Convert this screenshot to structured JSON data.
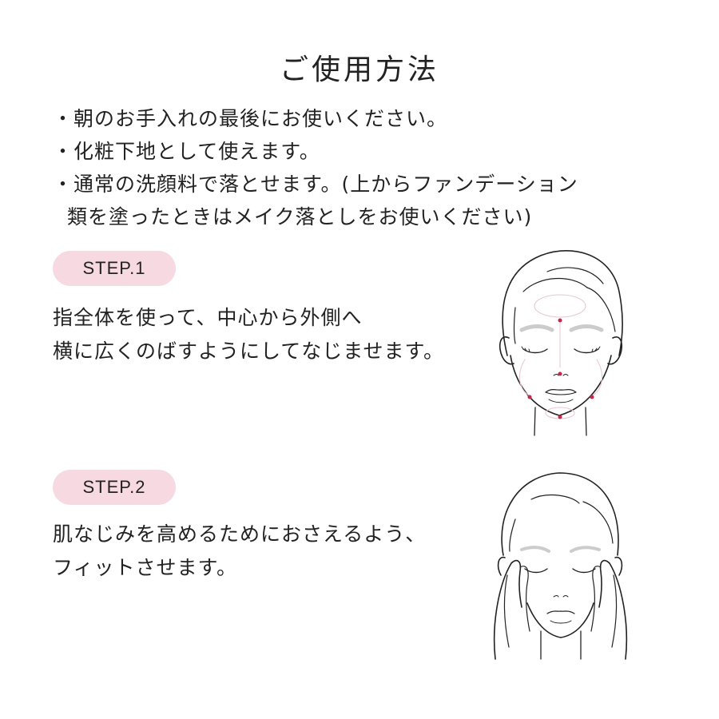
{
  "title": "ご使用方法",
  "notes": [
    "・朝のお手入れの最後にお使いください。",
    "・化粧下地として使えます。",
    "・通常の洗顔料で落とせます。(上からファンデーション",
    "類を塗ったときはメイク落としをお使いください)"
  ],
  "steps": [
    {
      "label": "STEP.1",
      "lines": [
        "指全体を使って、中心から外側へ",
        "横に広くのばすようにしてなじませます。"
      ],
      "illustration": "face-spread-icon"
    },
    {
      "label": "STEP.2",
      "lines": [
        "肌なじみを高めるためにおさえるよう、",
        "フィットさせます。"
      ],
      "illustration": "face-hands-press-icon"
    }
  ],
  "colors": {
    "pill": "#f6d9e1",
    "text": "#222222",
    "accent_dot": "#c8264a",
    "guide_line": "#e8c9d2"
  }
}
